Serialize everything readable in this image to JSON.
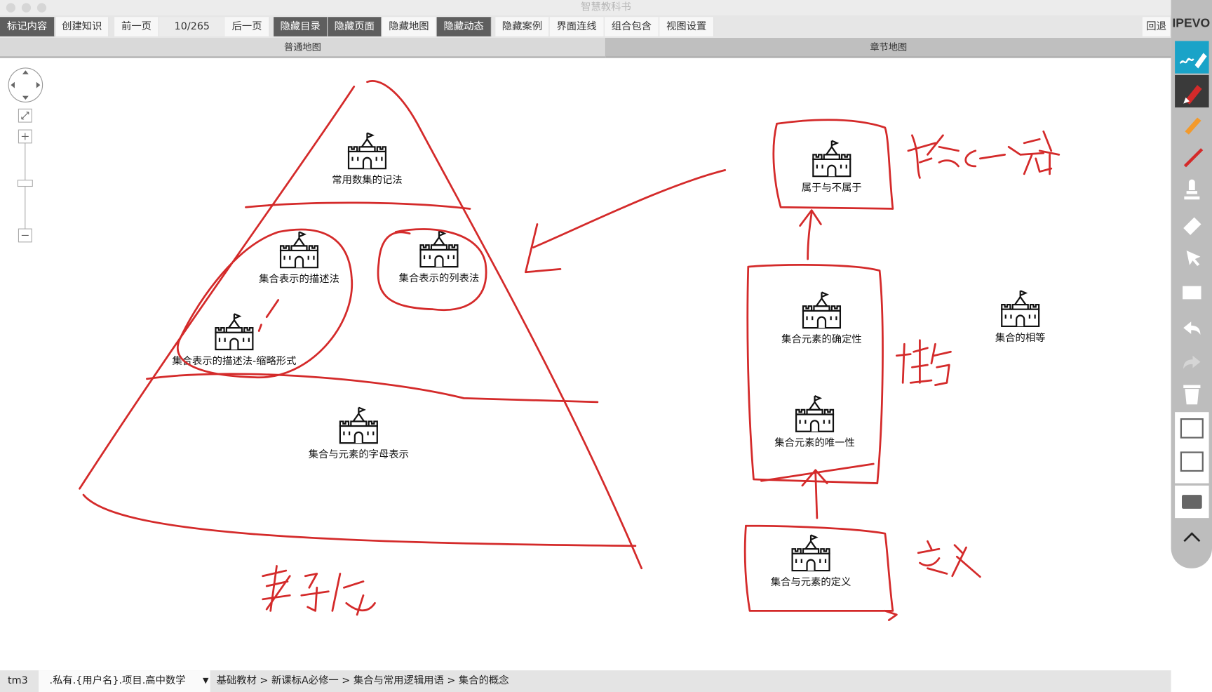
{
  "window": {
    "title": "智慧教科书"
  },
  "toolbar": {
    "buttons": [
      {
        "label": "标记内容",
        "active": true
      },
      {
        "label": "创建知识",
        "active": false
      },
      {
        "label": "前一页",
        "active": false
      },
      {
        "label": "后一页",
        "active": false
      },
      {
        "label": "隐藏目录",
        "active": true
      },
      {
        "label": "隐藏页面",
        "active": true
      },
      {
        "label": "隐藏地图",
        "active": false
      },
      {
        "label": "隐藏动态",
        "active": true
      },
      {
        "label": "隐藏案例",
        "active": false
      },
      {
        "label": "界面连线",
        "active": false
      },
      {
        "label": "组合包含",
        "active": false
      },
      {
        "label": "视图设置",
        "active": false
      },
      {
        "label": "回退",
        "active": false
      }
    ],
    "page_indicator": "10/265"
  },
  "tabs": [
    {
      "label": "普通地图"
    },
    {
      "label": "章节地图",
      "active": true
    }
  ],
  "nodes": [
    {
      "label": "常用数集的记法",
      "icon": "castle-icon"
    },
    {
      "label": "集合表示的描述法",
      "icon": "castle-icon"
    },
    {
      "label": "集合表示的列表法",
      "icon": "castle-icon"
    },
    {
      "label": "集合表示的描述法-缩略形式",
      "icon": "castle-icon"
    },
    {
      "label": "集合与元素的字母表示",
      "icon": "castle-icon"
    },
    {
      "label": "属于与不属于",
      "icon": "castle-icon"
    },
    {
      "label": "集合元素的确定性",
      "icon": "castle-icon"
    },
    {
      "label": "集合元素的唯一性",
      "icon": "castle-icon"
    },
    {
      "label": "集合与元素的定义",
      "icon": "castle-icon"
    },
    {
      "label": "集合的相等",
      "icon": "castle-icon"
    }
  ],
  "annotation_color": "#d42a2a",
  "ipevo": {
    "logo": "IPEVO",
    "accent": "#1aa3c8"
  },
  "bottom": {
    "user": "tm3",
    "project_select": ".私有.{用户名}.项目.高中数学",
    "breadcrumb": "基础教材 > 新课标A必修一 > 集合与常用逻辑用语 > 集合的概念"
  }
}
